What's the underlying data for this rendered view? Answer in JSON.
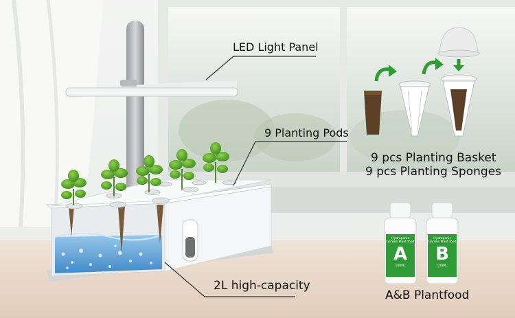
{
  "labels": {
    "led_light_panel": "LED Light Panel",
    "planting_pods": "9 Planting Pods",
    "basket": "9 pcs Planting Basket",
    "sponges": "9 pcs Planting Sponges",
    "capacity": "2L high-capacity",
    "plantfood": "A&B Plantfood"
  },
  "bottles": [
    {
      "title": "Hydroponic Garden Plant food",
      "letter": "A",
      "volume": "100ML"
    },
    {
      "title": "Hydroponic Garden Plant food",
      "letter": "B",
      "volume": "100ML"
    }
  ],
  "colors": {
    "accent_green": "#2f9a36",
    "water_blue": "#3f8fd0",
    "background": "#eef1f0"
  }
}
